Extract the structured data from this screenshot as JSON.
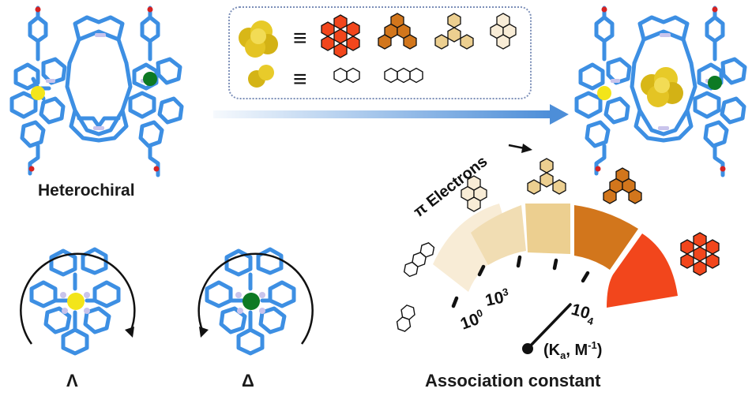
{
  "labels": {
    "heterochiral": "Heterochiral",
    "lambda": "Λ",
    "delta": "Δ",
    "pi_electrons": "π Electrons",
    "association": "Association constant",
    "ka": "(K",
    "ka_sub": "a",
    "ka_unit": ", M",
    "ka_sup": "-1",
    "ka_close": ")"
  },
  "ticks": [
    {
      "base": "10",
      "exp": "0"
    },
    {
      "base": "10",
      "exp": "3"
    },
    {
      "base": "10",
      "exp": "4"
    }
  ],
  "guest_rows": [
    {
      "size": "large",
      "equals": "≡",
      "molecules": [
        "coronene",
        "benzo-perylene",
        "triphenylene",
        "pyrene"
      ]
    },
    {
      "size": "small",
      "equals": "≡",
      "molecules": [
        "naphthalene",
        "anthracene"
      ]
    }
  ],
  "gauge": {
    "segments": [
      {
        "name": "naphthalene-anthracene",
        "color": "#f8ecd6"
      },
      {
        "name": "pyrene",
        "color": "#f1ddb3"
      },
      {
        "name": "triphenylene",
        "color": "#eccf90"
      },
      {
        "name": "benzo-perylene",
        "color": "#d2761c"
      },
      {
        "name": "coronene",
        "color": "#f2461c"
      }
    ]
  },
  "colors": {
    "framework": "#3d8fe3",
    "node": "#c9c4ec",
    "metal_yellow": "#f3e51a",
    "metal_green": "#0d7a24",
    "guest": "#e0c11f",
    "frame_border": "#7c8fb8",
    "arrow": "#4d8ed8",
    "oxygen": "#d62222"
  }
}
